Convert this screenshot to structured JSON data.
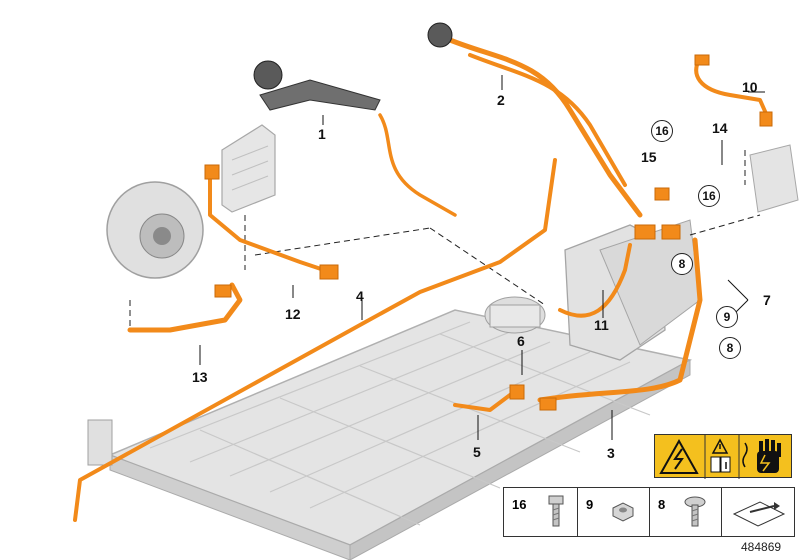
{
  "diagram": {
    "image_number": "484869",
    "callouts": [
      {
        "id": "c1",
        "text": "1"
      },
      {
        "id": "c2",
        "text": "2"
      },
      {
        "id": "c3",
        "text": "3"
      },
      {
        "id": "c4",
        "text": "4"
      },
      {
        "id": "c5",
        "text": "5"
      },
      {
        "id": "c6",
        "text": "6"
      },
      {
        "id": "c7",
        "text": "7"
      },
      {
        "id": "c8a",
        "text": "8"
      },
      {
        "id": "c8b",
        "text": "8"
      },
      {
        "id": "c9a",
        "text": "9"
      },
      {
        "id": "c10",
        "text": "10"
      },
      {
        "id": "c11",
        "text": "11"
      },
      {
        "id": "c12",
        "text": "12"
      },
      {
        "id": "c13",
        "text": "13"
      },
      {
        "id": "c14",
        "text": "14"
      },
      {
        "id": "c15",
        "text": "15"
      },
      {
        "id": "c16a",
        "text": "16"
      },
      {
        "id": "c16b",
        "text": "16"
      }
    ],
    "legend": [
      {
        "label": "16",
        "part": "bolt"
      },
      {
        "label": "9",
        "part": "square-nut"
      },
      {
        "label": "8",
        "part": "screw"
      }
    ],
    "colors": {
      "cable": "#f28a1a",
      "cable_dark": "#c96a08",
      "component": "#d8d8d8",
      "component_edge": "#a8a8a8",
      "battery": "#e2e2e2",
      "warning_bg": "#f4c01e"
    },
    "icons": [
      "high-voltage-warning-icon",
      "caution-triangle-icon",
      "read-manual-icon",
      "do-not-touch-hand-icon"
    ]
  }
}
